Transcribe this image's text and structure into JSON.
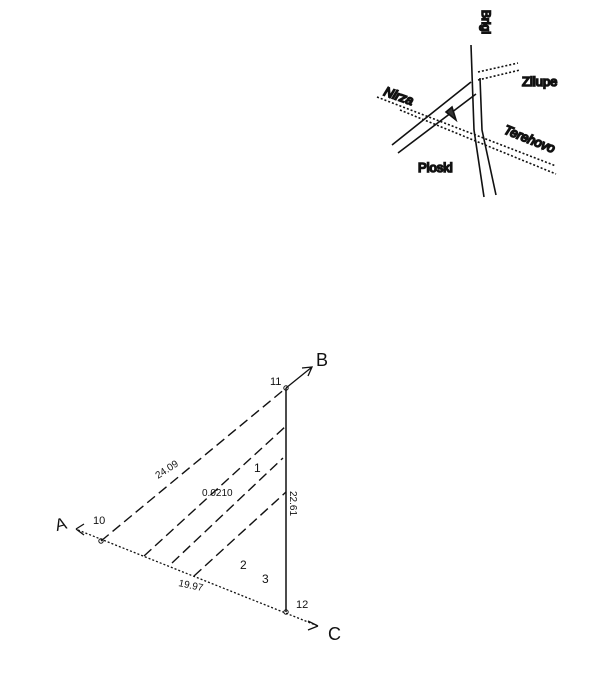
{
  "map": {
    "labels": {
      "nirza": "Nirza",
      "brigi": "Brigi",
      "zilupe": "Zilupe",
      "terehovo": "Terehovo",
      "ploski": "Ploski"
    }
  },
  "diagram": {
    "directions": {
      "a": "A",
      "b": "B",
      "c": "C"
    },
    "points": {
      "p10": "10",
      "p11": "11",
      "p12": "12"
    },
    "measurements": {
      "side_10_11": "24.09",
      "side_11_12": "22.61",
      "side_10_12": "19.97",
      "area": "0.0210"
    },
    "parcels": {
      "p1": "1",
      "p2": "2",
      "p3": "3"
    }
  }
}
